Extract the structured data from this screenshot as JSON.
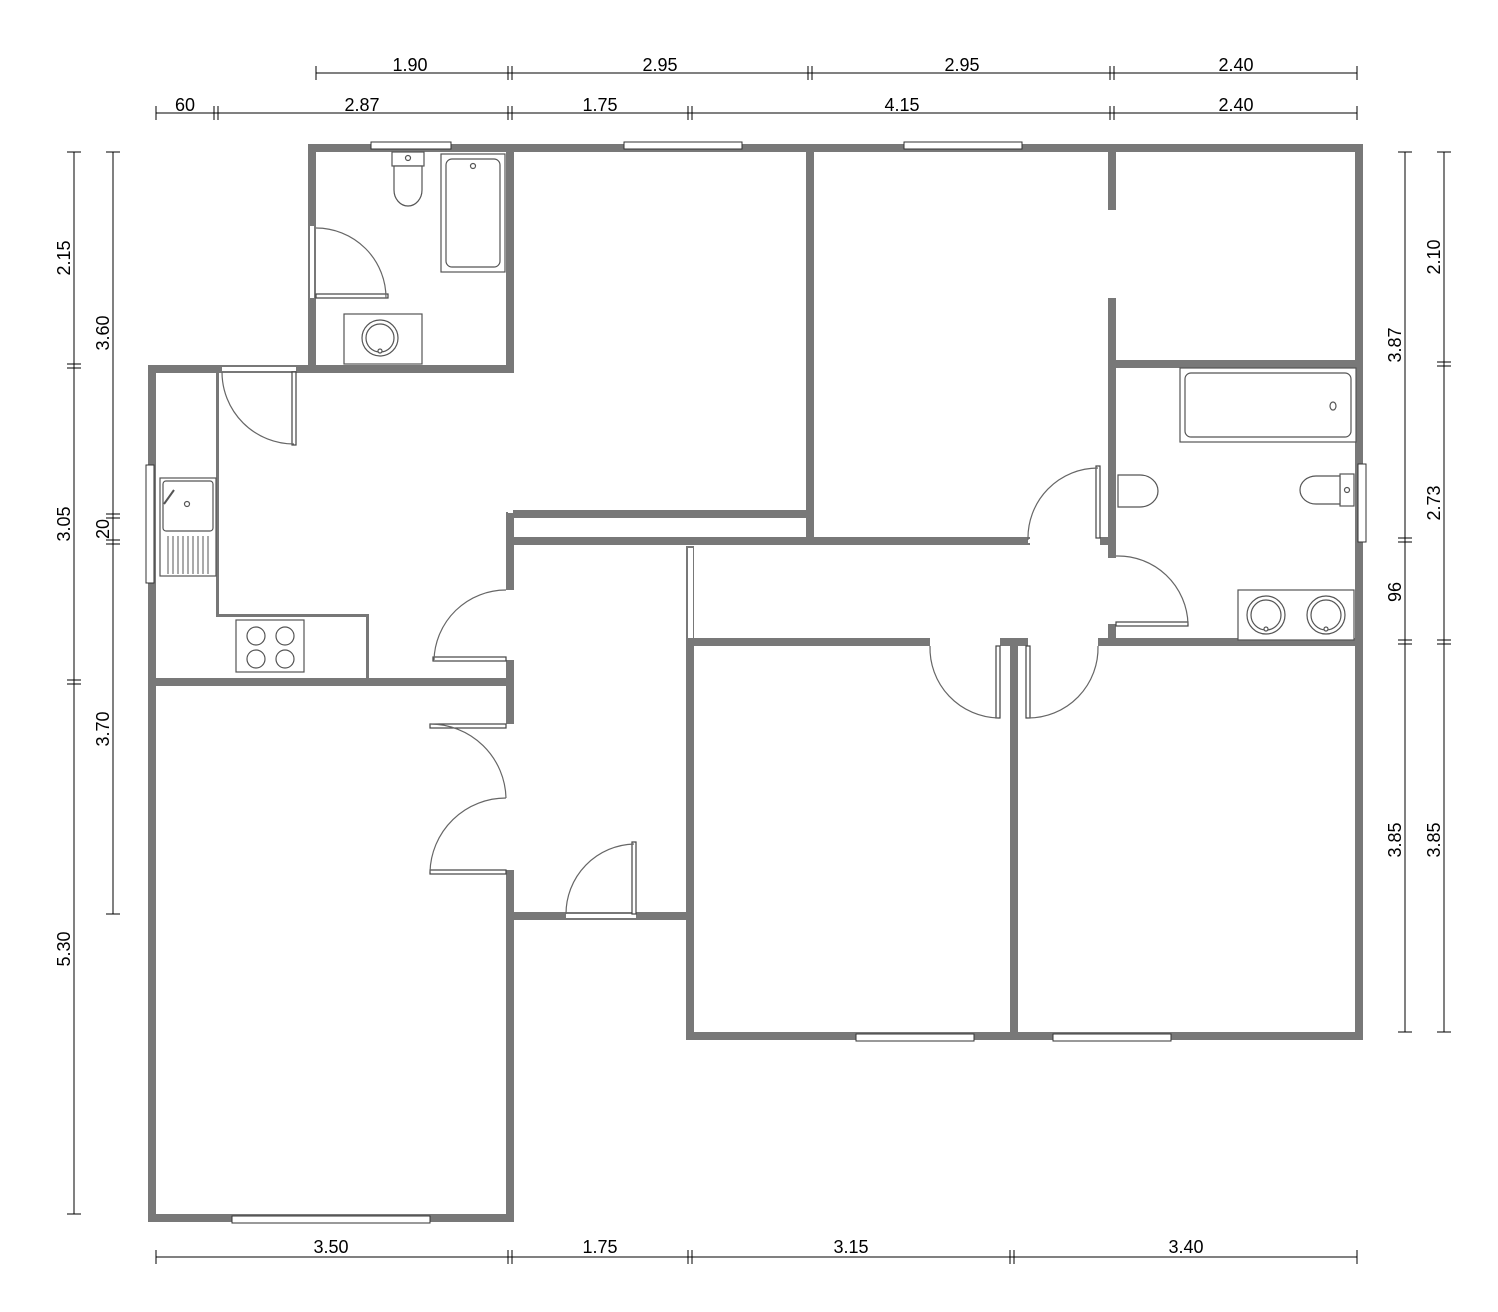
{
  "dimensions": {
    "top_outer": [
      "1.90",
      "2.95",
      "2.95",
      "2.40"
    ],
    "top_inner": [
      "60",
      "2.87",
      "1.75",
      "4.15",
      "2.40"
    ],
    "bottom": [
      "3.50",
      "1.75",
      "3.15",
      "3.40"
    ],
    "left_outer": [
      "2.15",
      "3.05",
      "5.30"
    ],
    "left_inner": [
      "3.60",
      "20",
      "3.70"
    ],
    "right_inner": [
      "3.87",
      "96",
      "3.85"
    ],
    "right_outer": [
      "2.10",
      "2.73",
      "3.85"
    ]
  },
  "colors": {
    "wall": "#787878",
    "line": "#000000",
    "fixture_stroke": "#555555"
  },
  "fixtures": [
    "toilet-icon",
    "bathtub-icon",
    "washbasin-icon",
    "kitchen-sink-icon",
    "cooktop-icon"
  ]
}
